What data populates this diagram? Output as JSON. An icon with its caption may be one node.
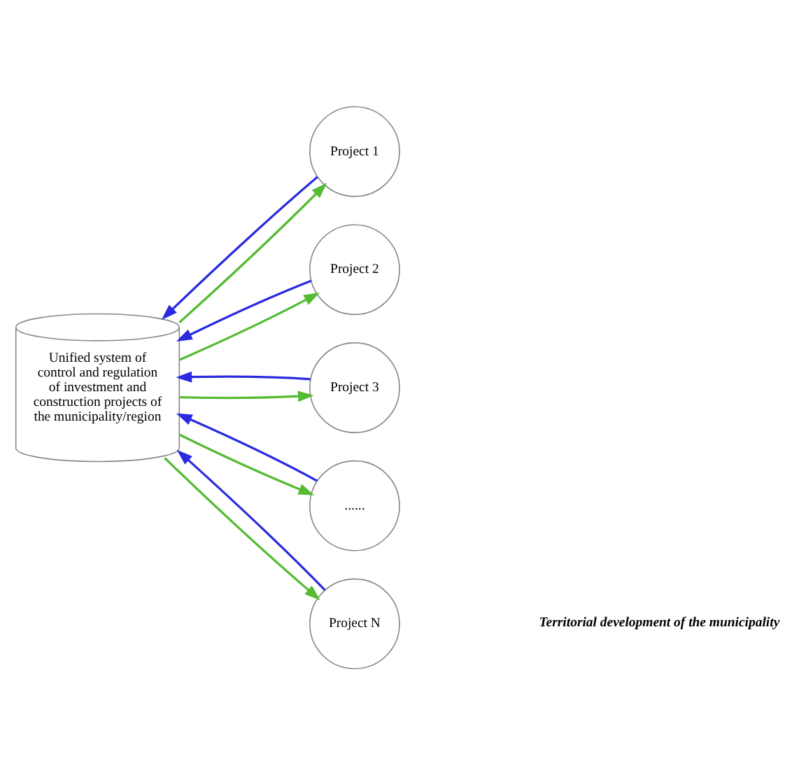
{
  "diagram": {
    "nodes": [
      {
        "text": [
          "Unified system of control and regulation of investment and construction projects of the municipality/region"
        ]
      },
      {
        "text": [
          "Project 1"
        ]
      },
      {
        "text": [
          "Project 2"
        ]
      },
      {
        "text": [
          "Project 3"
        ]
      },
      {
        "text": [
          "......"
        ]
      },
      {
        "text": [
          "Project N"
        ]
      }
    ],
    "edges": [
      {
        "from": 0,
        "to": 1,
        "arrow": "to",
        "color": "#55bb33"
      },
      {
        "from": 0,
        "to": 2,
        "arrow": "to",
        "color": "#55bb33"
      },
      {
        "from": 0,
        "to": 3,
        "arrow": "to",
        "color": "#55bb33"
      },
      {
        "from": 0,
        "to": 4,
        "arrow": "to",
        "color": "#55bb33"
      },
      {
        "from": 0,
        "to": 5,
        "arrow": "to",
        "color": "#55bb33"
      },
      {
        "from": 1,
        "to": 0,
        "arrow": "to",
        "color": "#2a2ae0"
      },
      {
        "from": 2,
        "to": 0,
        "arrow": "to",
        "color": "#2a2ae0"
      },
      {
        "from": 3,
        "to": 0,
        "arrow": "to",
        "color": "#2a2ae0"
      },
      {
        "from": 4,
        "to": 0,
        "arrow": "to",
        "color": "#2a2ae0"
      },
      {
        "from": 5,
        "to": 0,
        "arrow": "to",
        "color": "#2a2ae0"
      }
    ],
    "labels": [
      "Territorial development of the municipality"
    ]
  }
}
